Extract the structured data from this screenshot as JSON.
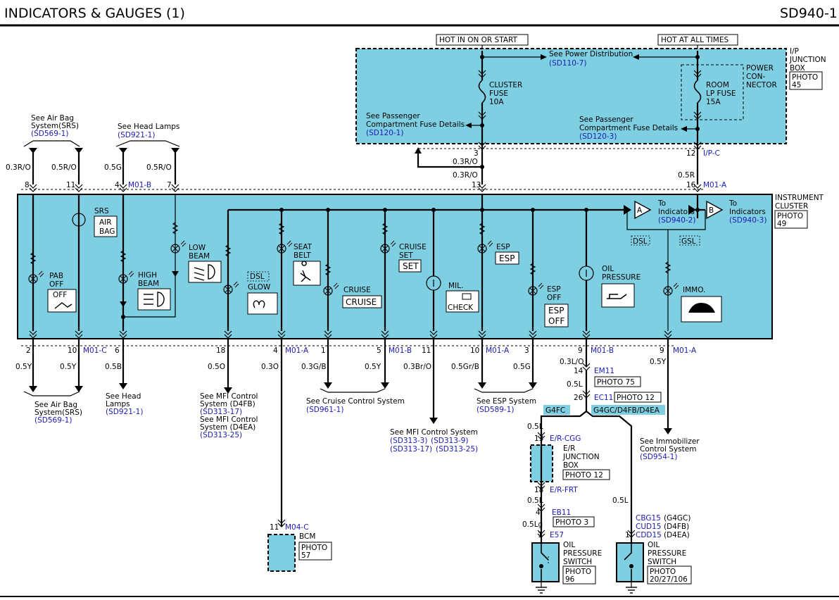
{
  "header": {
    "title": "INDICATORS & GAUGES (1)",
    "code": "SD940-1"
  },
  "power": {
    "hot_in_on": "HOT IN ON OR START",
    "hot_all": "HOT AT ALL TIMES"
  },
  "ip_box": {
    "label": [
      "I/P",
      "JUNCTION",
      "BOX"
    ],
    "photo": [
      "PHOTO",
      "45"
    ],
    "see_power": "See Power Distribution",
    "see_power_ref": "(SD110-7)",
    "cluster_fuse": [
      "CLUSTER",
      "FUSE",
      "10A"
    ],
    "room_fuse": [
      "ROOM",
      "LP FUSE",
      "15A"
    ],
    "power_connector": [
      "POWER",
      "CON-",
      "NECTOR"
    ],
    "pass_left": [
      "See Passenger",
      "Compartment Fuse Details"
    ],
    "pass_left_ref": "(SD120-1)",
    "pass_right": [
      "See Passenger",
      "Compartment Fuse Details"
    ],
    "pass_right_ref": "(SD120-3)",
    "pin_left": "3",
    "pin_right": "12",
    "conn": "I/P-C"
  },
  "top_wires": {
    "airbag_see": [
      "See Air Bag",
      "System(SRS)"
    ],
    "airbag_ref": "(SD569-1)",
    "headlamp_see": "See Head Lamps",
    "headlamp_ref": "(SD921-1)",
    "w1": "0.3R/O",
    "w2": "0.5R/O",
    "w3": "0.5G",
    "w4": "0.5R/O",
    "p1": "8",
    "p2": "11",
    "p3": "4",
    "p4": "7",
    "conn_b": "M01-B",
    "w_mid": "0.3R/O",
    "p_mid": "13",
    "w_mid2": "0.3R/O",
    "w_r": "0.5R",
    "p_r": "16",
    "conn_a": "M01-A"
  },
  "cluster": {
    "label": [
      "INSTRUMENT",
      "CLUSTER"
    ],
    "photo": [
      "PHOTO",
      "49"
    ],
    "srs": "SRS",
    "air_bag": [
      "AIR",
      "BAG"
    ],
    "pab": [
      "PAB",
      "OFF"
    ],
    "off": "OFF",
    "high": [
      "HIGH",
      "BEAM"
    ],
    "low": [
      "LOW",
      "BEAM"
    ],
    "dsl": "DSL",
    "glow": "GLOW",
    "seat": [
      "SEAT",
      "BELT"
    ],
    "cruise": "CRUISE",
    "cruise_box": "CRUISE",
    "cruise_set": [
      "CRUISE",
      "SET"
    ],
    "set": "SET",
    "mil": "MIL.",
    "check": "CHECK",
    "esp": "ESP",
    "esp_box": "ESP",
    "esp_off": [
      "ESP",
      "OFF"
    ],
    "esp_off_box": [
      "ESP",
      "OFF"
    ],
    "oil": [
      "OIL",
      "PRESSURE"
    ],
    "immo": "IMMO.",
    "to_a": [
      "To",
      "Indicators"
    ],
    "to_a_ref": "(SD940-2)",
    "to_b": [
      "To",
      "Indicators"
    ],
    "to_b_ref": "(SD940-3)",
    "dsl_tag": "DSL",
    "gsl_tag": "GSL",
    "a": "A",
    "b_letter": "B"
  },
  "bottom": {
    "pins": [
      "2",
      "10",
      "6",
      "18",
      "4",
      "1",
      "5",
      "11",
      "10",
      "3",
      "9",
      "9"
    ],
    "conn_c": "M01-C",
    "conn_a1": "M01-A",
    "conn_b1": "M01-B",
    "conn_a2": "M01-A",
    "conn_b2": "M01-B",
    "conn_a3": "M01-A",
    "wires": [
      "0.5Y",
      "0.5Y",
      "0.5B",
      "0.5O",
      "0.3O",
      "0.3G/B",
      "0.5Y",
      "0.3Br/O",
      "0.5Gr/B",
      "0.5G",
      "0.3L/O",
      "0.5Y"
    ],
    "airbag_see": [
      "See Air Bag",
      "System(SRS)"
    ],
    "airbag_ref": "(SD569-1)",
    "head_see": [
      "See Head",
      "Lamps"
    ],
    "head_ref": "(SD921-1)",
    "mfi_see1": [
      "See MFI Control",
      "System (D4FB)"
    ],
    "mfi_ref1": "(SD313-17)",
    "mfi_see2": [
      "See MFI Control",
      "System (D4EA)"
    ],
    "mfi_ref2": "(SD313-25)",
    "cruise_see": "See Cruise Control System",
    "cruise_ref": "(SD961-1)",
    "mfi_see3": "See MFI Control System",
    "mfi_ref3a": "(SD313-3)",
    "mfi_ref3b": "(SD313-9)",
    "mfi_ref3c": "(SD313-17)",
    "mfi_ref3d": "(SD313-25)",
    "esp_see": "See ESP System",
    "esp_ref": "(SD589-1)",
    "immo_see": [
      "See Immobilizer",
      "Control System"
    ],
    "immo_ref": "(SD954-1)",
    "bcm_pin": "11",
    "bcm_conn": "M04-C",
    "bcm": "BCM",
    "bcm_photo": [
      "PHOTO",
      "57"
    ]
  },
  "oil_branch": {
    "p14": "14",
    "em11": "EM11",
    "photo75": "PHOTO 75",
    "w05l": "0.5L",
    "p26": "26",
    "ec11": "EC11",
    "photo12": "PHOTO 12",
    "g4fc": "G4FC",
    "g4gc": "G4GC/D4FB/D4EA",
    "w_l1": "0.5L",
    "p13": "13",
    "ercgg": "E/R-CGG",
    "er_box": [
      "E/R",
      "JUNCTION",
      "BOX"
    ],
    "er_photo": "PHOTO 12",
    "p18": "18",
    "erfrt": "E/R-FRT",
    "w_l2": "0.5L",
    "p4": "4",
    "eb11": "EB11",
    "photo3": "PHOTO 3",
    "w_lg": "0.5Lg",
    "p1a": "1",
    "e57": "E57",
    "sw1": [
      "OIL",
      "PRESSURE",
      "SWITCH"
    ],
    "sw1_photo": [
      "PHOTO",
      "96"
    ],
    "w_l3": "0.5L",
    "cbg": "CBG15",
    "cbg_t": "(G4GC)",
    "cud": "CUD15",
    "cud_t": "(D4FB)",
    "cdd": "CDD15",
    "cdd_t": "(D4EA)",
    "p1b": "1",
    "sw2": [
      "OIL",
      "PRESSURE",
      "SWITCH"
    ],
    "sw2_photo": [
      "PHOTO",
      "20/27/106"
    ]
  },
  "colors": {
    "fill": "#7fcfe3",
    "link": "#1a1ab8",
    "tag": "#7fcfe3"
  }
}
